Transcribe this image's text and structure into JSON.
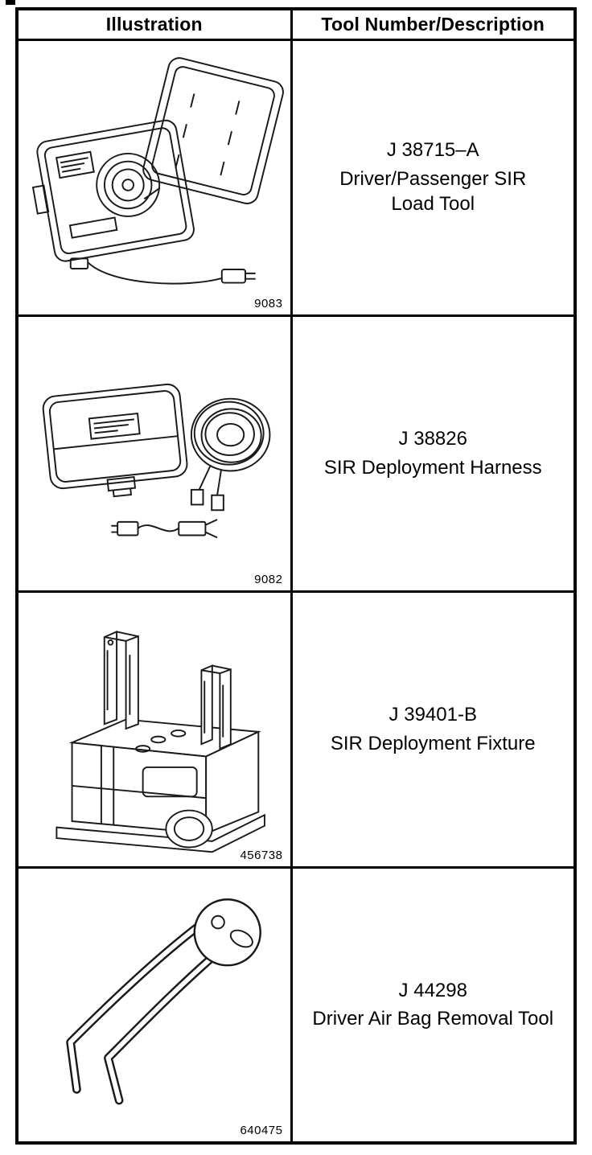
{
  "colors": {
    "ink": "#000000",
    "paper": "#ffffff"
  },
  "table": {
    "headers": [
      "Illustration",
      "Tool Number/Description"
    ],
    "rows": [
      {
        "figure_number": "9083",
        "tool_number": "J 38715–A",
        "description_lines": [
          "Driver/Passenger SIR",
          "Load Tool"
        ],
        "illustration": "sir-load-tool-open-case"
      },
      {
        "figure_number": "9082",
        "tool_number": "J 38826",
        "description_lines": [
          "SIR Deployment Harness"
        ],
        "illustration": "sir-deployment-harness-case-and-coil"
      },
      {
        "figure_number": "456738",
        "tool_number": "J 39401-B",
        "description_lines": [
          "SIR Deployment Fixture"
        ],
        "illustration": "sir-deployment-fixture"
      },
      {
        "figure_number": "640475",
        "tool_number": "J 44298",
        "description_lines": [
          "Driver Air Bag Removal Tool"
        ],
        "illustration": "driver-air-bag-removal-tool"
      }
    ]
  }
}
